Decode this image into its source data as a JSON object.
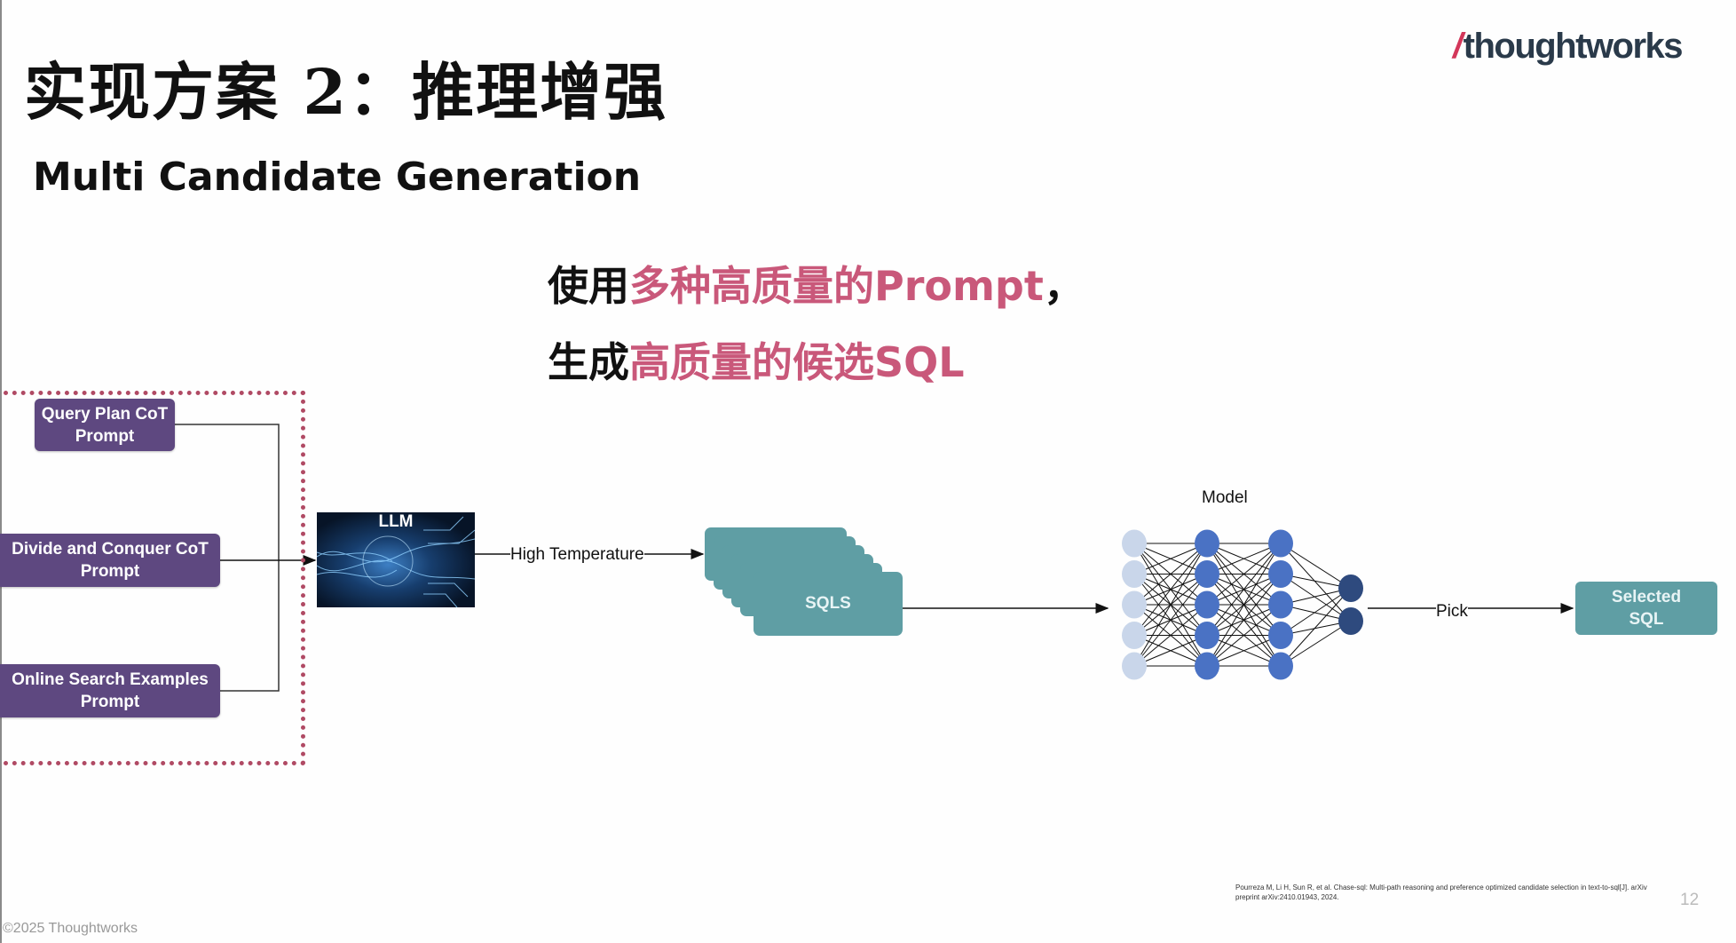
{
  "slide": {
    "title": "实现方案 2：推理增强",
    "subtitle": "Multi Candidate Generation",
    "logo": {
      "slash": "/",
      "text": "thoughtworks"
    },
    "headline": {
      "line1_black": "使用",
      "line1_pink": "多种高质量的Prompt",
      "line1_end": "，",
      "line2_black": "生成",
      "line2_pink": "高质量的候选SQL"
    },
    "colors": {
      "accent_pink": "#c9587a",
      "prompt_purple": "#5e4880",
      "sql_teal": "#5f9ea4"
    }
  },
  "diagram": {
    "prompts": [
      {
        "line1": "Query Plan CoT",
        "line2": "Prompt"
      },
      {
        "line1": "Divide and Conquer  CoT",
        "line2": "Prompt"
      },
      {
        "line1": "Online Search Examples",
        "line2": "Prompt"
      }
    ],
    "llm_label": "LLM",
    "edge_high_temp": "High Temperature",
    "sqls_label": "SQLS",
    "model_label": "Model",
    "model_layers": [
      5,
      5,
      5,
      2
    ],
    "edge_pick": "Pick",
    "selected": {
      "line1": "Selected",
      "line2": "SQL"
    }
  },
  "footer": {
    "citation": "Pourreza M, Li H, Sun R, et al. Chase-sql: Multi-path reasoning and preference optimized candidate selection in text-to-sql[J]. arXiv preprint arXiv:2410.01943, 2024.",
    "page_number": "12",
    "copyright": "©2025  Thoughtworks"
  }
}
